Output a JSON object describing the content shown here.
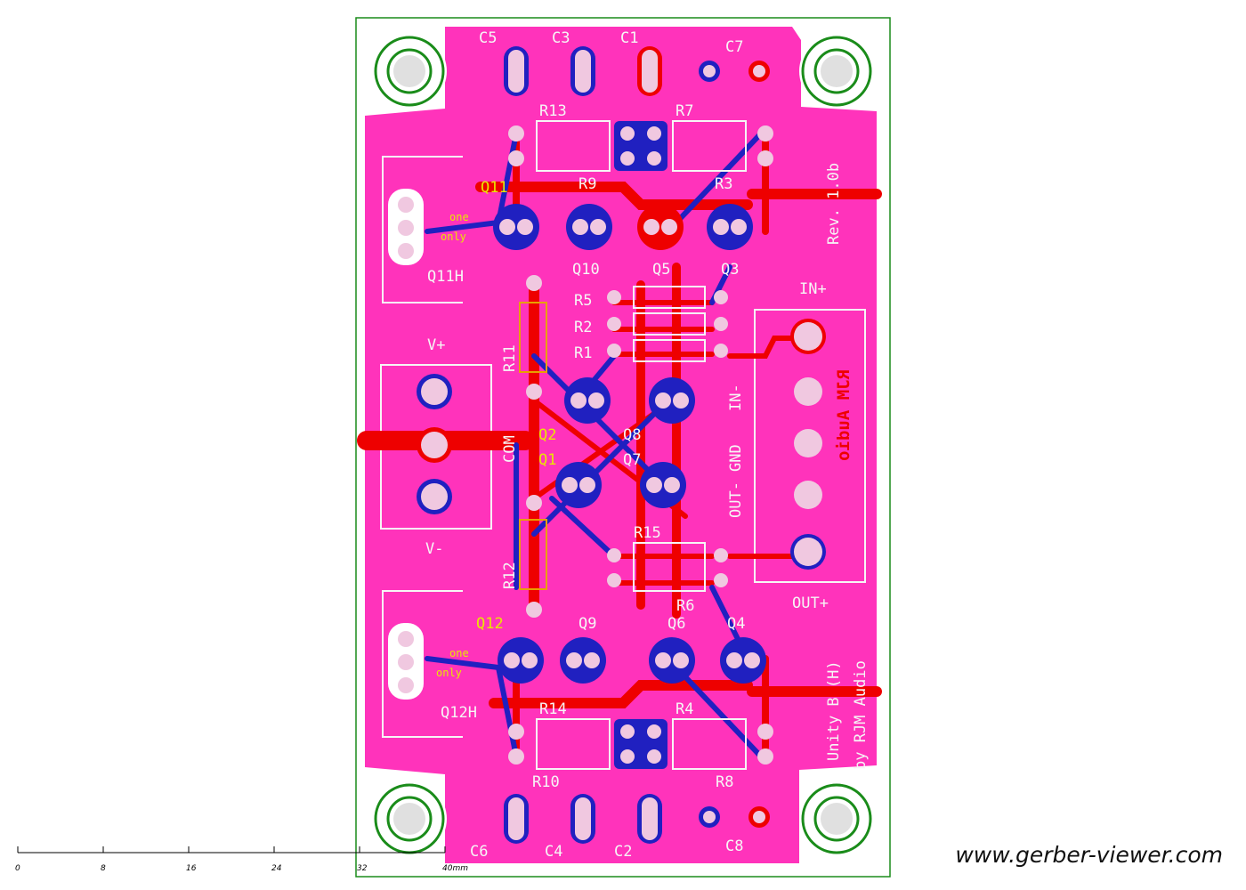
{
  "board": {
    "labels": [
      "C5",
      "C3",
      "C1",
      "C7",
      "R13",
      "R7",
      "R9",
      "R3",
      "Q11",
      "Q10",
      "Q5",
      "Q3",
      "Q11H",
      "R5",
      "R2",
      "R1",
      "IN+",
      "R11",
      "V+",
      "COM",
      "Q2",
      "Q8",
      "Q1",
      "Q7",
      "IN-",
      "GND",
      "OUT-",
      "R15",
      "R12",
      "V-",
      "R6",
      "OUT+",
      "Q12",
      "Q9",
      "Q6",
      "Q4",
      "Q12H",
      "R14",
      "R4",
      "R10",
      "R8",
      "C6",
      "C4",
      "C2",
      "C8"
    ],
    "revision": "Rev. 1.0b",
    "credits_line1": "Unity B (H)",
    "credits_line2": "by RJM Audio",
    "mirrored_text": "RJM Audio",
    "one_only_1": "one",
    "one_only_2": "only",
    "colors": {
      "copper_top": "#ee0000",
      "copper_bottom": "#2020c0",
      "soldermask": "#ff33bb",
      "silkscreen": "#f6f6f6",
      "outline": "#1a8c1a",
      "pads": "#f0c8e0"
    }
  },
  "scale": {
    "ticks": [
      "0",
      "8",
      "16",
      "24",
      "32",
      "40mm"
    ]
  },
  "watermark": "www.gerber-viewer.com"
}
